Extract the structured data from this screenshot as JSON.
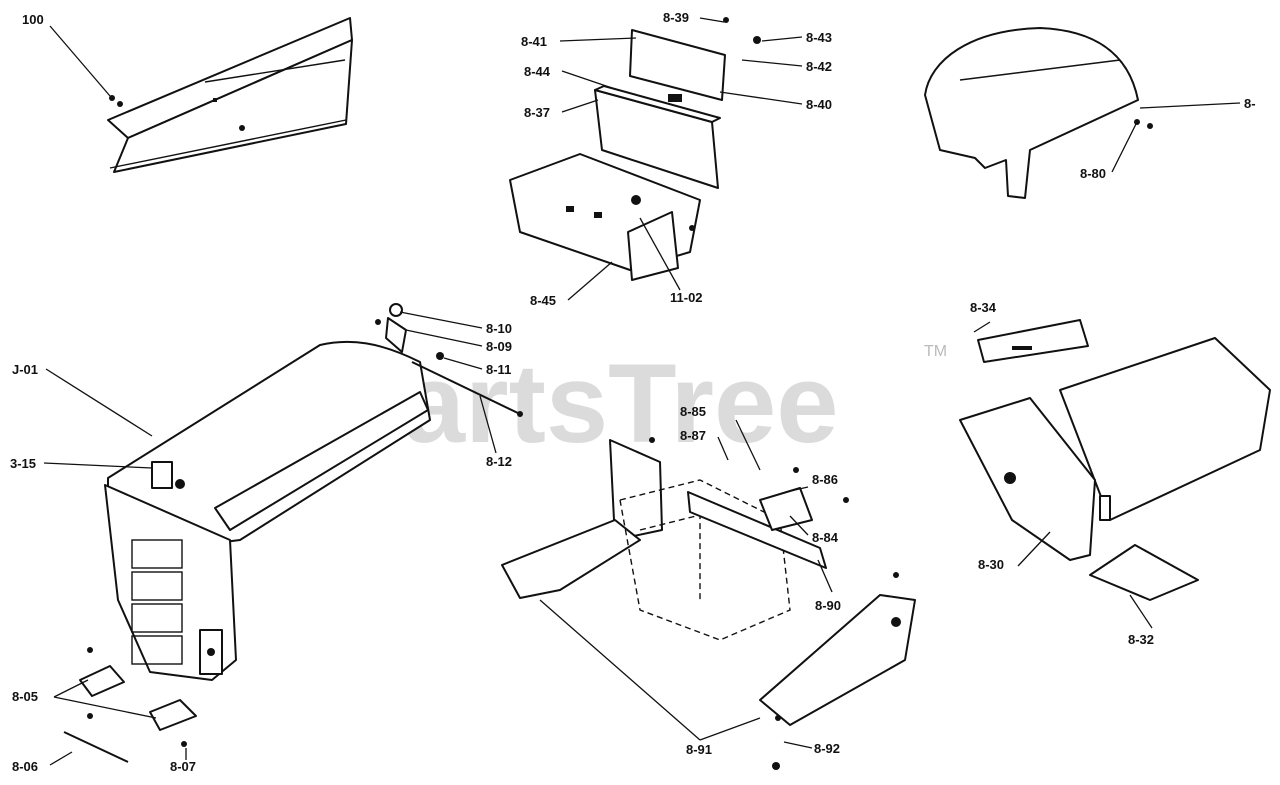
{
  "watermark": {
    "text": "PartsTree",
    "trademark": "TM",
    "color": "#bfbfbf"
  },
  "labels": {
    "l100": "100",
    "l8_39": "8-39",
    "l8_41": "8-41",
    "l8_43": "8-43",
    "l8_42": "8-42",
    "l8_44": "8-44",
    "l8_40": "8-40",
    "l8_37": "8-37",
    "l8_45": "8-45",
    "l11_02": "11-02",
    "l8_tr": "8-",
    "l8_80": "8-80",
    "l8_10": "8-10",
    "l8_09": "8-09",
    "l8_11": "8-11",
    "l8_12": "8-12",
    "lj_01": "J-01",
    "l3_15": "3-15",
    "l8_34": "8-34",
    "l8_85": "8-85",
    "l8_87": "8-87",
    "l8_86": "8-86",
    "l8_84": "8-84",
    "l8_90": "8-90",
    "l8_30": "8-30",
    "l8_32": "8-32",
    "l8_05": "8-05",
    "l8_06": "8-06",
    "l8_07": "8-07",
    "l8_91": "8-91",
    "l8_92": "8-92"
  }
}
